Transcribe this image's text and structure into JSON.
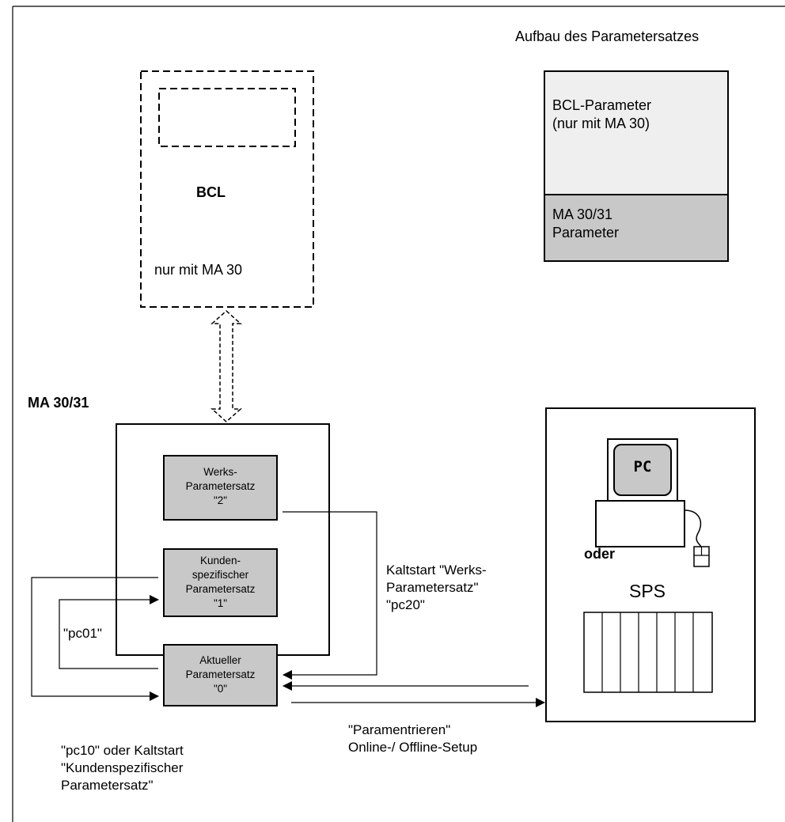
{
  "structure": {
    "title": "Aufbau des Parametersatzes",
    "bcl_section": "BCL-Parameter\n(nur mit MA 30)",
    "ma_section": "MA 30/31\nParameter"
  },
  "bcl_device": {
    "title": "BCL",
    "subtitle": "nur mit MA 30"
  },
  "ma_device": {
    "title": "MA 30/31",
    "boxes": [
      {
        "text": "Werks-\nParametersatz\n\"2\""
      },
      {
        "text": "Kunden-\nspezifischer\nParametersatz\n\"1\""
      },
      {
        "text": "Aktueller\nParametersatz\n\"0\""
      }
    ]
  },
  "connections": {
    "kaltstart_werks": "Kaltstart \"Werks-\nParametersatz\"\n\"pc20\"",
    "pc01": "\"pc01\"",
    "pc10": "\"pc10\" oder Kaltstart\n\"Kundenspezifischer\nParametersatz\"",
    "parametrieren": "\"Paramentrieren\"\nOnline-/ Offline-Setup"
  },
  "host": {
    "pc_label": "PC",
    "oder": "oder",
    "sps": "SPS"
  }
}
